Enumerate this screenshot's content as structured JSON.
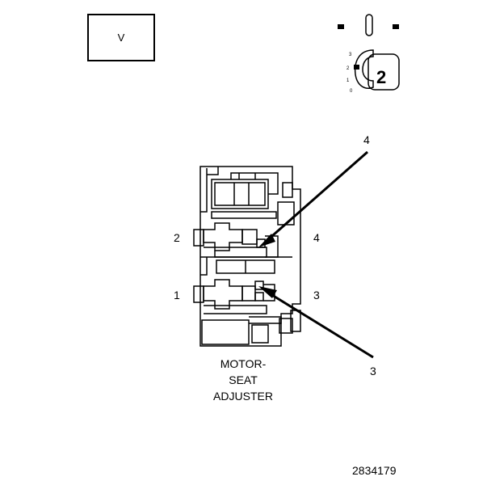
{
  "view_box": {
    "label": "V"
  },
  "ignition_key": {
    "positions": [
      "3",
      "2",
      "1",
      "0"
    ],
    "callout": "2"
  },
  "diagram": {
    "callouts": {
      "left_upper": "2",
      "left_lower": "1",
      "right_upper": "4",
      "right_lower": "3",
      "arrow_upper": "4",
      "arrow_lower": "3"
    },
    "caption": [
      "MOTOR-",
      "SEAT",
      "ADJUSTER"
    ]
  },
  "figure_number": "2834179"
}
